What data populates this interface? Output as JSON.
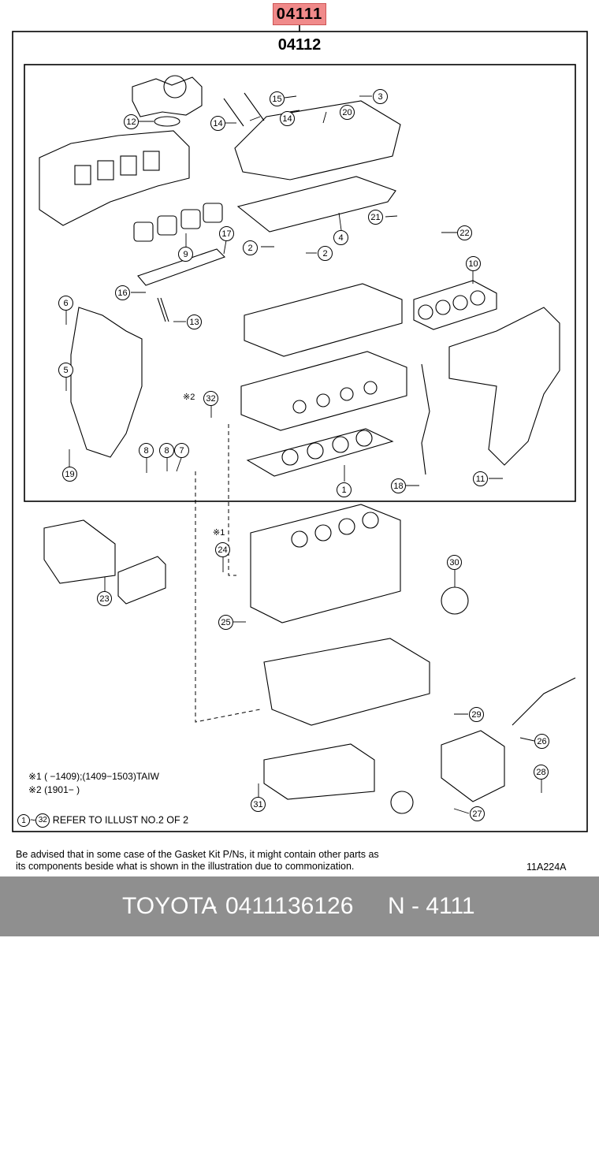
{
  "header": {
    "kit_code": "04111",
    "inner_kit_code": "04112"
  },
  "callouts": [
    "1",
    "2",
    "2",
    "3",
    "4",
    "5",
    "6",
    "7",
    "8",
    "8",
    "9",
    "10",
    "11",
    "12",
    "13",
    "14",
    "14",
    "15",
    "16",
    "17",
    "18",
    "19",
    "20",
    "21",
    "22",
    "23",
    "24",
    "25",
    "26",
    "27",
    "28",
    "29",
    "30",
    "31",
    "32"
  ],
  "marks": {
    "mark1": "※1",
    "mark2": "※2"
  },
  "notes": {
    "line1": "※1 (      −1409);(1409−1503)TAIW",
    "line2": "※2 (1901−      )"
  },
  "refer": {
    "circle_from": "1",
    "circle_to": "32",
    "text": "REFER TO ILLUST NO.2 OF 2"
  },
  "advice": {
    "line1": "Be advised that in some case of the Gasket Kit P/Ns,  it might contain other parts as",
    "line2": "its components beside what is shown in the illustration due to commonization."
  },
  "illustration_id": "11A224A",
  "footer": {
    "brand": "TOYOTA",
    "part_number": "0411136126",
    "ref": "N - 4111"
  }
}
